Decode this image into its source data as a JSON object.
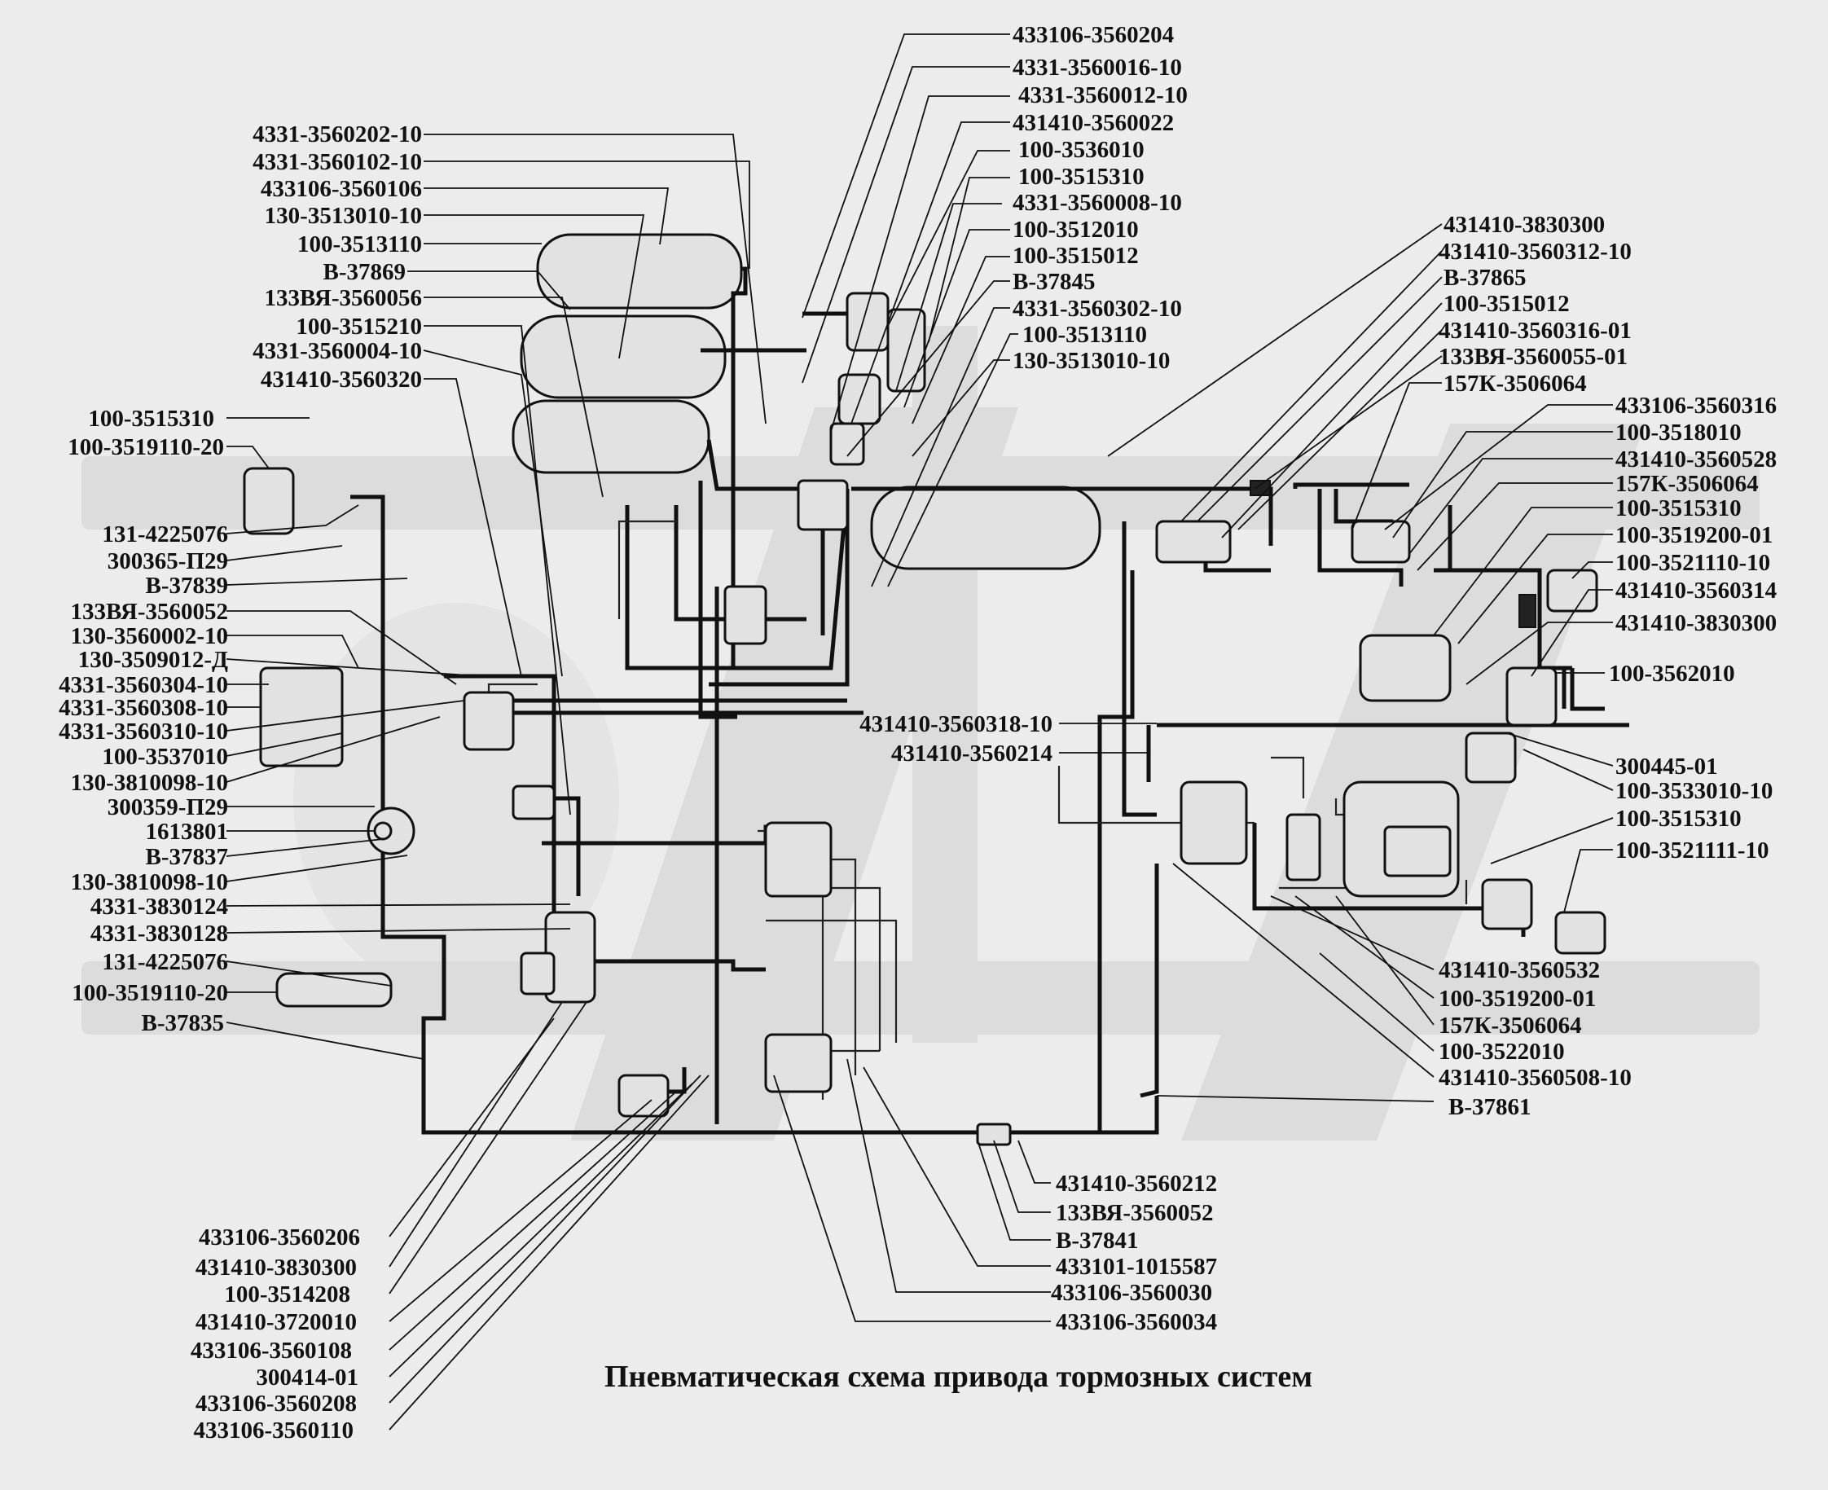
{
  "title": "Пневматическая схема привода  тормозных систем",
  "labels": {
    "l1": "433106-3560204",
    "l2": "4331-3560016-10",
    "l3": "4331-3560012-10",
    "l4": "431410-3560022",
    "l5": "100-3536010",
    "l6": "100-3515310",
    "l7": "4331-3560008-10",
    "l8": "100-3512010",
    "l9": "100-3515012",
    "l10": "В-37845",
    "l11": "4331-3560302-10",
    "l12": "100-3513110",
    "l13": "130-3513010-10",
    "tl1": "4331-3560202-10",
    "tl2": "4331-3560102-10",
    "tl3": "433106-3560106",
    "tl4": "130-3513010-10",
    "tl5": "100-3513110",
    "tl6": "В-37869",
    "tl7": "133ВЯ-3560056",
    "tl8": "100-3515210",
    "tl9": "4331-3560004-10",
    "tl10": "431410-3560320",
    "ll1": "100-3515310",
    "ll2": "100-3519110-20",
    "ll3": "131-4225076",
    "ll4": "300365-П29",
    "ll5": "В-37839",
    "ll6": "133ВЯ-3560052",
    "ll7": "130-3560002-10",
    "ll8": "130-3509012-Д",
    "ll9": "4331-3560304-10",
    "ll10": "4331-3560308-10",
    "ll11": "4331-3560310-10",
    "ll12": "100-3537010",
    "ll13": "130-3810098-10",
    "ll14": "300359-П29",
    "ll15": "1613801",
    "ll16": "В-37837",
    "ll17": "130-3810098-10",
    "ll18": "4331-3830124",
    "ll19": "4331-3830128",
    "ll20": "131-4225076",
    "ll21": "100-3519110-20",
    "ll22": "В-37835",
    "rt1": "431410-3830300",
    "rt2": "431410-3560312-10",
    "rt3": "В-37865",
    "rt4": "100-3515012",
    "rt5": "431410-3560316-01",
    "rt6": "133ВЯ-3560055-01",
    "rt7": "157К-3506064",
    "rr1": "433106-3560316",
    "rr2": "100-3518010",
    "rr3": "431410-3560528",
    "rr4": "157К-3506064",
    "rr5": "100-3515310",
    "rr6": "100-3519200-01",
    "rr7": "100-3521110-10",
    "rr8": "431410-3560314",
    "rr9": "431410-3830300",
    "rr10": "100-3562010",
    "rr11": "300445-01",
    "rr12": "100-3533010-10",
    "rr13": "100-3515310",
    "rr14": "100-3521111-10",
    "mc1": "431410-3560318-10",
    "mc2": "431410-3560214",
    "br1": "431410-3560532",
    "br2": "100-3519200-01",
    "br3": "157К-3506064",
    "br4": "100-3522010",
    "br5": "431410-3560508-10",
    "br6": "В-37861",
    "bc1": "431410-3560212",
    "bc2": "133ВЯ-3560052",
    "bc3": "В-37841",
    "bc4": "433101-1015587",
    "bc5": "433106-3560030",
    "bc6": "433106-3560034",
    "bl1": "433106-3560206",
    "bl2": "431410-3830300",
    "bl3": "100-3514208",
    "bl4": "431410-3720010",
    "bl5": "433106-3560108",
    "bl6": "300414-01",
    "bl7": "433106-3560208",
    "bl8": "433106-3560110"
  }
}
